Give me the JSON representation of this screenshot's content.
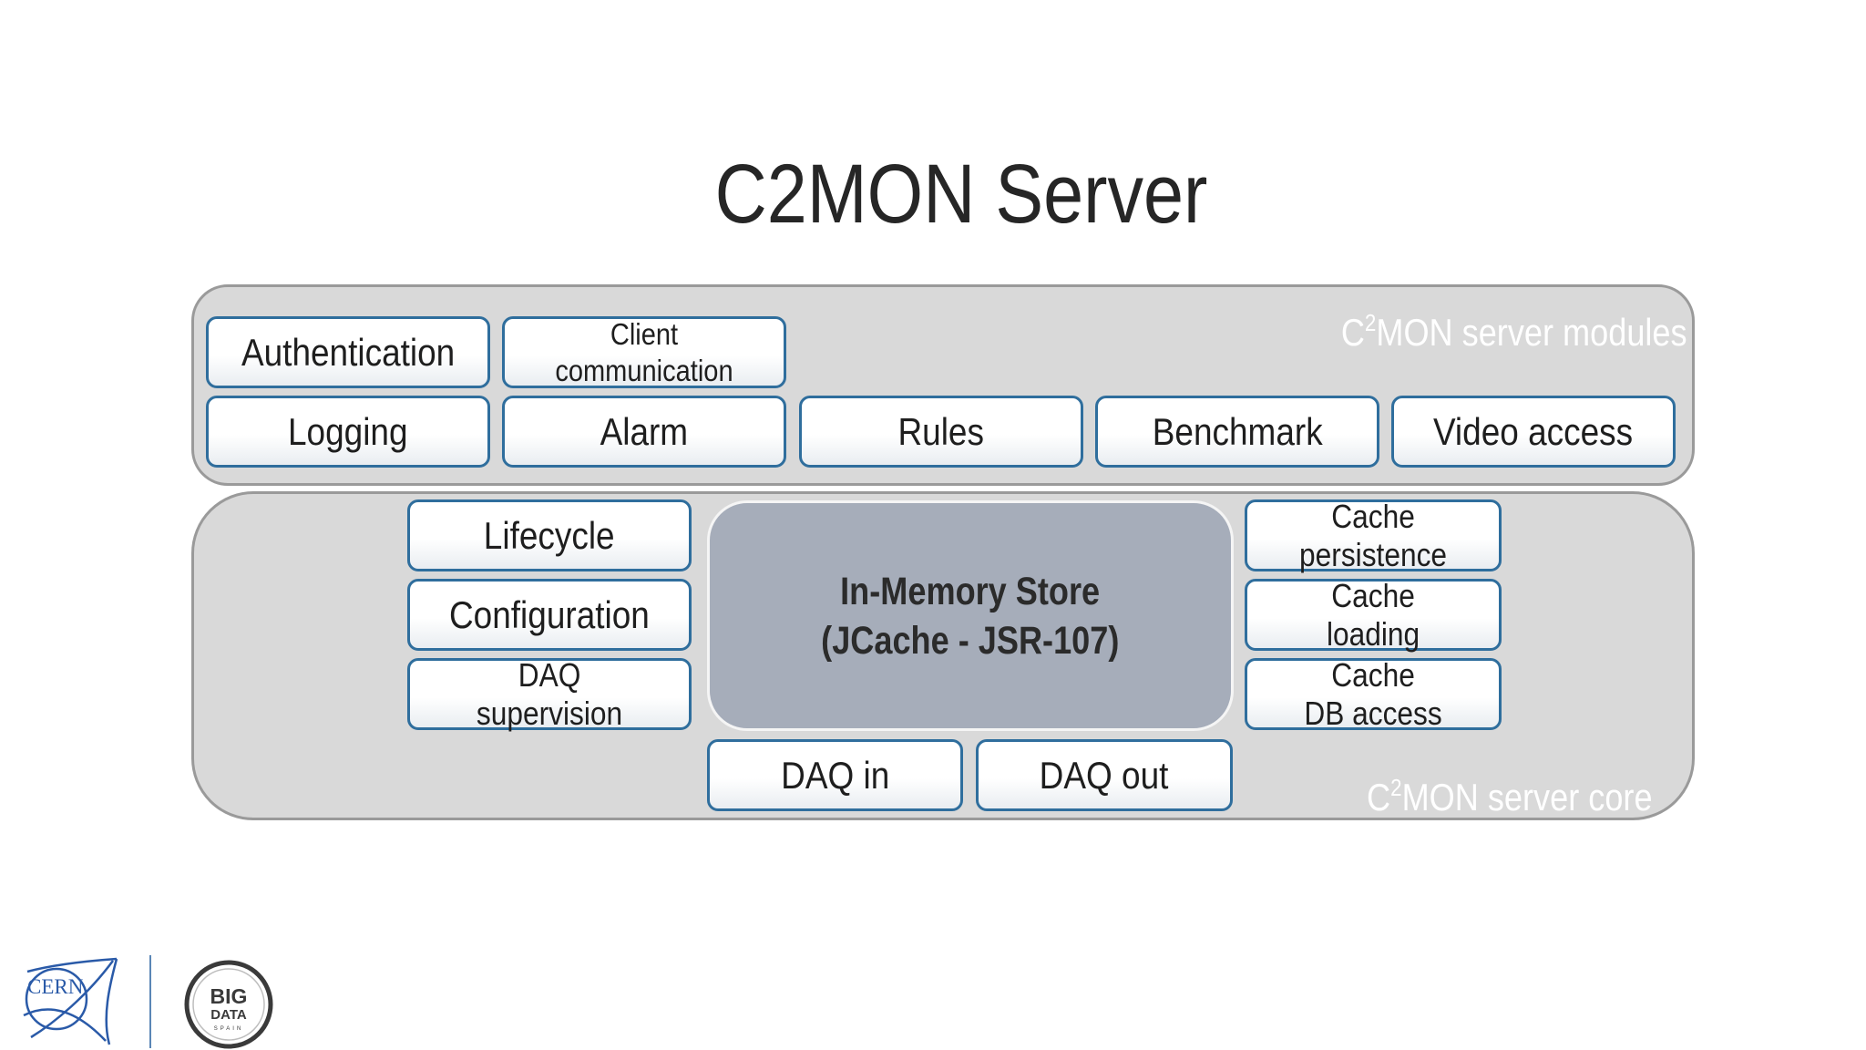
{
  "title": "C2MON Server",
  "colors": {
    "box_border": "#2f6e9d",
    "panel_fill": "#d9d9d9",
    "store_fill": "#a6adba",
    "cern_logo": "#2a5aa8"
  },
  "modules": {
    "label_prefix": "C",
    "label_sup": "2",
    "label_rest": "MON server modules",
    "items": [
      "Authentication",
      "Client\ncommunication",
      "Logging",
      "Alarm",
      "Rules",
      "Benchmark",
      "Video access"
    ]
  },
  "core": {
    "label_prefix": "C",
    "label_sup": "2",
    "label_rest": "MON server core",
    "left_items": [
      "Lifecycle",
      "Configuration",
      "DAQ\nsupervision"
    ],
    "store": {
      "line1": "In-Memory Store",
      "line2": "(JCache - JSR-107)"
    },
    "bottom_items": [
      "DAQ in",
      "DAQ out"
    ],
    "right_items": [
      "Cache\npersistence",
      "Cache\nloading",
      "Cache\nDB access"
    ]
  },
  "logos": {
    "cern": "CERN",
    "bigdata_line1": "BIG",
    "bigdata_line2": "DATA",
    "bigdata_line3": "SPAIN"
  }
}
